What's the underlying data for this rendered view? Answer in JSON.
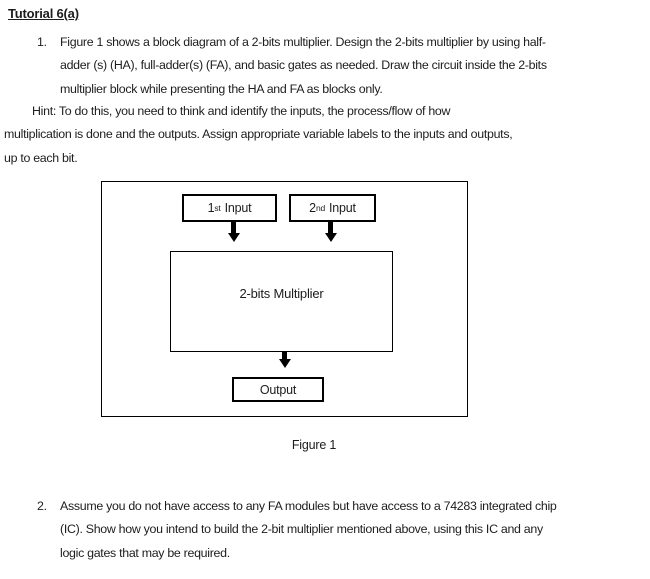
{
  "colors": {
    "background": "#ffffff",
    "text": "#1d1d1d",
    "diagram_line": "#000000"
  },
  "document": {
    "title": "Tutorial 6(a)",
    "question1": {
      "number": "1.",
      "lines": [
        "Figure 1 shows a block diagram of a 2-bits multiplier. Design the 2-bits multiplier by using half-",
        "adder (s) (HA), full-adder(s) (FA), and basic gates as needed. Draw the circuit inside the 2-bits",
        "multiplier block while presenting the HA and FA as blocks only."
      ]
    },
    "hint": {
      "lines": [
        "Hint: To do this, you need to think and identify the inputs, the process/flow of how",
        "multiplication is done and the outputs. Assign appropriate variable labels to the inputs and outputs,",
        "up to each bit."
      ]
    },
    "question2": {
      "number": "2.",
      "lines": [
        "Assume you do not have access to any FA modules but have access to a 74283 integrated chip",
        "(IC). Show how you intend to build the 2-bit multiplier mentioned above, using this IC and any",
        "logic gates that may be required."
      ]
    }
  },
  "figure": {
    "input1": {
      "base": "1",
      "sup": "st",
      "rest": "Input"
    },
    "input2": {
      "base": "2",
      "sup": "nd",
      "rest": "Input"
    },
    "multiplier_label": "2-bits Multiplier",
    "output_label": "Output",
    "caption": "Figure 1"
  }
}
